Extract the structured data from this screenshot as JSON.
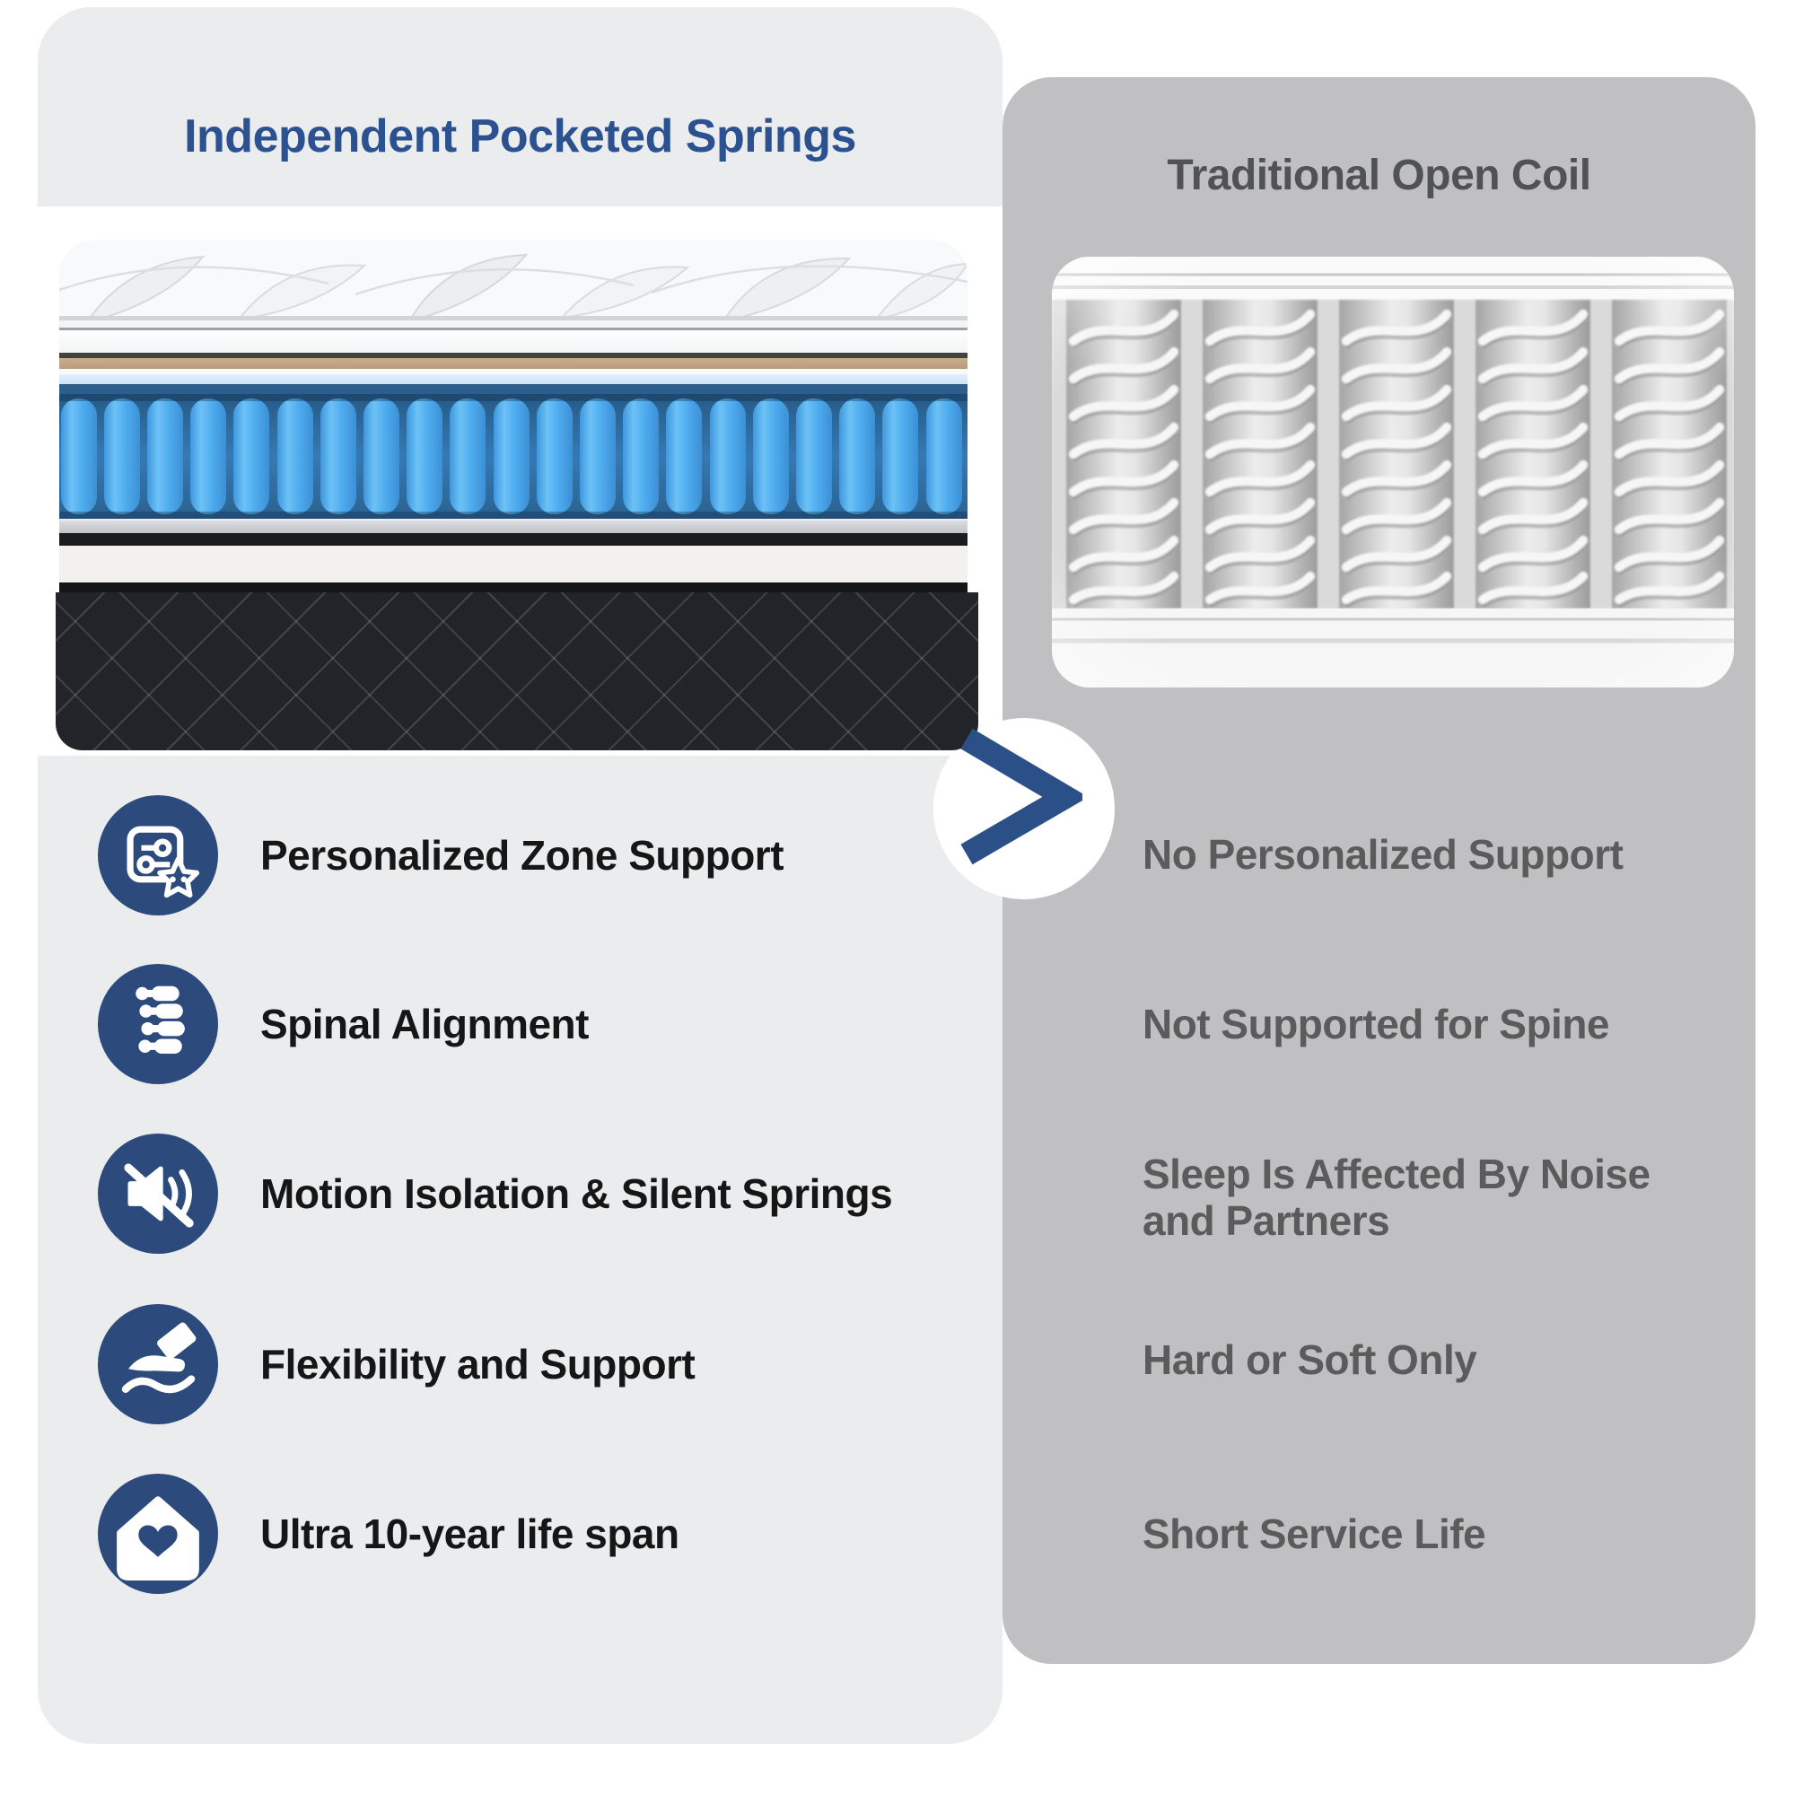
{
  "left_panel": {
    "title": "Independent Pocketed Springs",
    "features": [
      {
        "icon": "zone-support-icon",
        "label": "Personalized Zone Support"
      },
      {
        "icon": "spine-icon",
        "label": "Spinal Alignment"
      },
      {
        "icon": "muted-speaker-icon",
        "label": "Motion Isolation & Silent Springs"
      },
      {
        "icon": "flexible-hand-icon",
        "label": "Flexibility and Support"
      },
      {
        "icon": "house-heart-icon",
        "label": "Ultra 10-year life span"
      }
    ]
  },
  "divider": {
    "chevron": ">"
  },
  "right_panel": {
    "title": "Traditional Open Coil",
    "items": [
      {
        "lines": [
          "No Personalized Support"
        ]
      },
      {
        "lines": [
          "Not Supported for Spine"
        ]
      },
      {
        "lines": [
          "Sleep Is Affected By Noise",
          "and Partners"
        ]
      },
      {
        "lines": [
          "Hard or Soft Only"
        ]
      },
      {
        "lines": [
          "Short Service Life"
        ]
      }
    ]
  },
  "colors": {
    "left_panel_bg": "#EBECED",
    "right_panel_bg": "#C0C0C2",
    "accent_blue": "#2B5190",
    "icon_circle_blue": "#2C4B7C",
    "chevron_blue": "#2B5087",
    "spring_capsule_blue": "#4FACEE",
    "left_text": "#161616",
    "right_text": "#5B5B5B"
  }
}
